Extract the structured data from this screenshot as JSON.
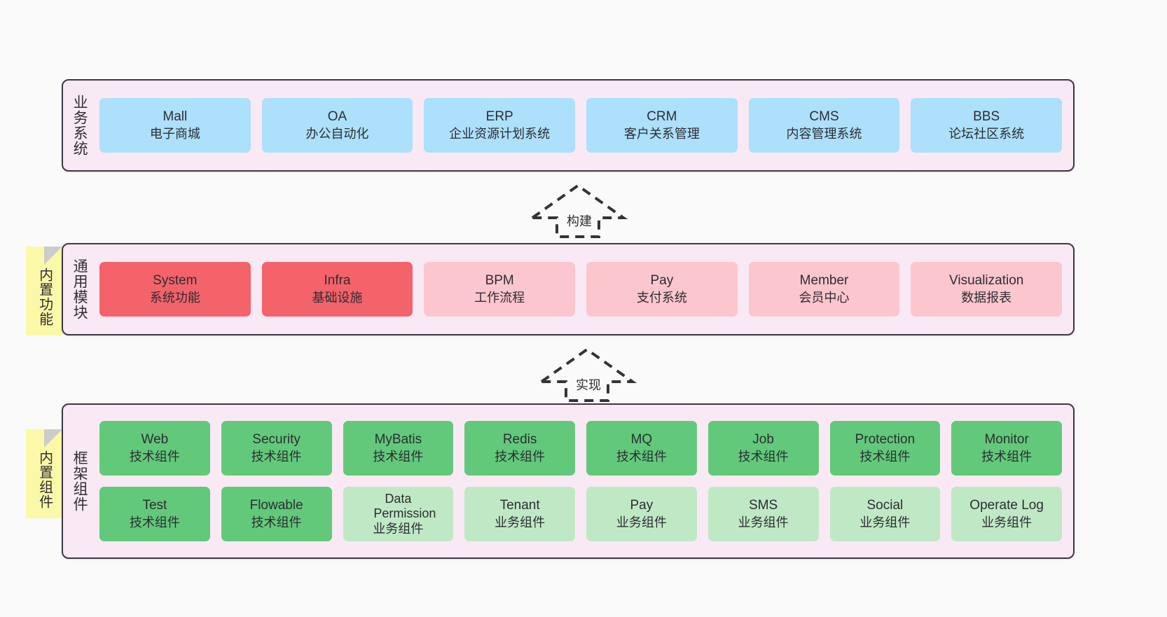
{
  "diagram": {
    "background": "#fafafa",
    "border_color": "#3d3846",
    "band_fill": "#f9e9f4",
    "note_fill": "#fbf8a8"
  },
  "layers": [
    {
      "id": "business-systems",
      "title": "业务系统",
      "note": null,
      "rows": [
        {
          "cells": [
            {
              "name": "Mall",
              "sub": "电子商城",
              "color": "#ace0fb",
              "style": "c-blue"
            },
            {
              "name": "OA",
              "sub": "办公自动化",
              "color": "#ace0fb",
              "style": "c-blue"
            },
            {
              "name": "ERP",
              "sub": "企业资源计划系统",
              "color": "#ace0fb",
              "style": "c-blue"
            },
            {
              "name": "CRM",
              "sub": "客户关系管理",
              "color": "#ace0fb",
              "style": "c-blue"
            },
            {
              "name": "CMS",
              "sub": "内容管理系统",
              "color": "#ace0fb",
              "style": "c-blue"
            },
            {
              "name": "BBS",
              "sub": "论坛社区系统",
              "color": "#ace0fb",
              "style": "c-blue"
            }
          ]
        }
      ]
    },
    {
      "id": "common-modules",
      "title": "通用模块",
      "note": "内置功能",
      "rows": [
        {
          "cells": [
            {
              "name": "System",
              "sub": "系统功能",
              "color": "#f4636a",
              "style": "c-red"
            },
            {
              "name": "Infra",
              "sub": "基础设施",
              "color": "#f4636a",
              "style": "c-red"
            },
            {
              "name": "BPM",
              "sub": "工作流程",
              "color": "#fcc6ce",
              "style": "c-pink"
            },
            {
              "name": "Pay",
              "sub": "支付系统",
              "color": "#fcc6ce",
              "style": "c-pink"
            },
            {
              "name": "Member",
              "sub": "会员中心",
              "color": "#fcc6ce",
              "style": "c-pink"
            },
            {
              "name": "Visualization",
              "sub": "数据报表",
              "color": "#fcc6ce",
              "style": "c-pink"
            }
          ]
        }
      ]
    },
    {
      "id": "framework-components",
      "title": "框架组件",
      "note": "内置组件",
      "rows": [
        {
          "cells": [
            {
              "name": "Web",
              "sub": "技术组件",
              "color": "#62c97a",
              "style": "c-green"
            },
            {
              "name": "Security",
              "sub": "技术组件",
              "color": "#62c97a",
              "style": "c-green"
            },
            {
              "name": "MyBatis",
              "sub": "技术组件",
              "color": "#62c97a",
              "style": "c-green"
            },
            {
              "name": "Redis",
              "sub": "技术组件",
              "color": "#62c97a",
              "style": "c-green"
            },
            {
              "name": "MQ",
              "sub": "技术组件",
              "color": "#62c97a",
              "style": "c-green"
            },
            {
              "name": "Job",
              "sub": "技术组件",
              "color": "#62c97a",
              "style": "c-green"
            },
            {
              "name": "Protection",
              "sub": "技术组件",
              "color": "#62c97a",
              "style": "c-green"
            },
            {
              "name": "Monitor",
              "sub": "技术组件",
              "color": "#62c97a",
              "style": "c-green"
            }
          ]
        },
        {
          "cells": [
            {
              "name": "Test",
              "sub": "技术组件",
              "color": "#62c97a",
              "style": "c-green"
            },
            {
              "name": "Flowable",
              "sub": "技术组件",
              "color": "#62c97a",
              "style": "c-green"
            },
            {
              "name": "Data Permission",
              "sub": "业务组件",
              "color": "#bfe9c5",
              "style": "c-lightgreen"
            },
            {
              "name": "Tenant",
              "sub": "业务组件",
              "color": "#bfe9c5",
              "style": "c-lightgreen"
            },
            {
              "name": "Pay",
              "sub": "业务组件",
              "color": "#bfe9c5",
              "style": "c-lightgreen"
            },
            {
              "name": "SMS",
              "sub": "业务组件",
              "color": "#bfe9c5",
              "style": "c-lightgreen"
            },
            {
              "name": "Social",
              "sub": "业务组件",
              "color": "#bfe9c5",
              "style": "c-lightgreen"
            },
            {
              "name": "Operate Log",
              "sub": "业务组件",
              "color": "#bfe9c5",
              "style": "c-lightgreen"
            }
          ]
        }
      ]
    }
  ],
  "arrows": [
    {
      "id": "arrow-build",
      "label": "构建",
      "direction": "up"
    },
    {
      "id": "arrow-implement",
      "label": "实现",
      "direction": "up"
    }
  ]
}
